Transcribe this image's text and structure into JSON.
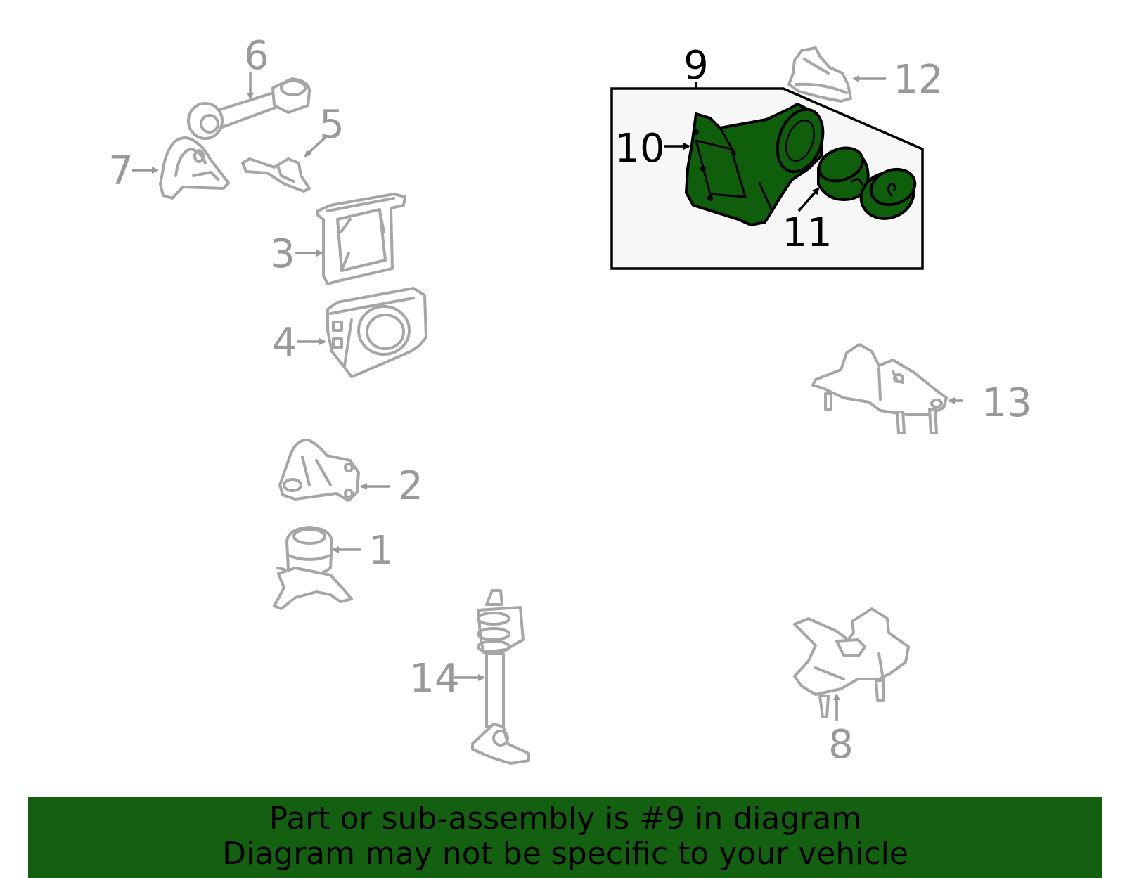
{
  "colors": {
    "highlight": "#0e5e0b",
    "banner": "#136110",
    "part_stroke": "#a6a6a6",
    "callout_gray": "#999999",
    "callout_dark": "#000000"
  },
  "callouts": {
    "c1": "1",
    "c2": "2",
    "c3": "3",
    "c4": "4",
    "c5": "5",
    "c6": "6",
    "c7": "7",
    "c8": "8",
    "c9": "9",
    "c10": "10",
    "c11": "11",
    "c12": "12",
    "c13": "13",
    "c14": "14"
  },
  "highlighted_part": "9",
  "banner": {
    "line1": "Part or sub-assembly is #9 in diagram",
    "line2": "Diagram may not be specific to your vehicle"
  }
}
